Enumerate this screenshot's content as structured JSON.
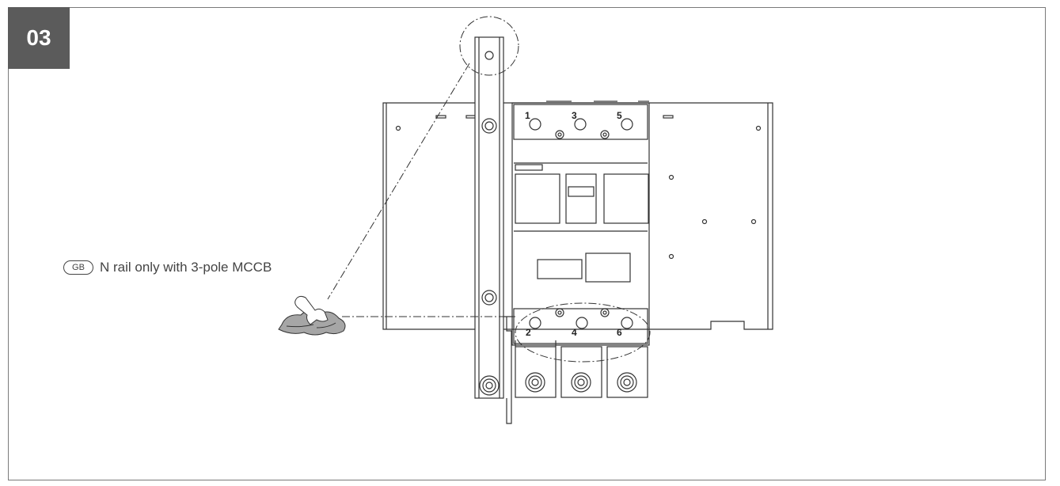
{
  "step": {
    "number": "03"
  },
  "caption": {
    "lang_code": "GB",
    "text": "N rail only with 3-pole MCCB"
  },
  "terminals": {
    "top": [
      "1",
      "3",
      "5"
    ],
    "bottom": [
      "2",
      "4",
      "6"
    ]
  },
  "colors": {
    "badge": "#5b5b5b",
    "line": "#333333",
    "cloth": "#9a9a9a"
  },
  "icons": {
    "cloth": "cleaning-cloth-icon"
  }
}
